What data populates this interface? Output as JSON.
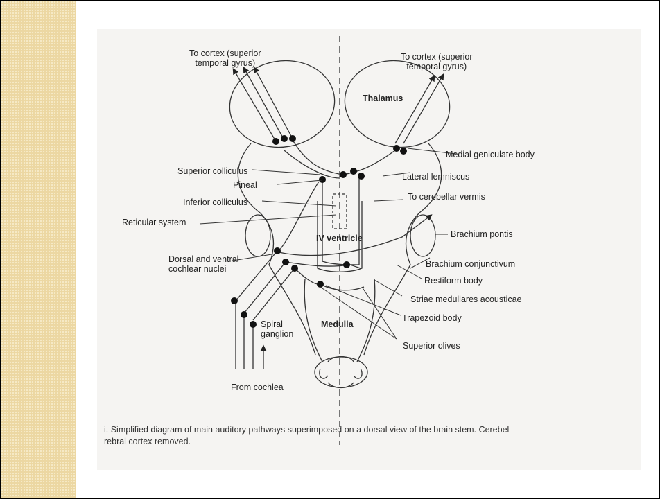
{
  "labels": {
    "cortex_left": "To cortex (superior\ntemporal gyrus)",
    "cortex_right": "To cortex (superior\ntemporal gyrus)",
    "thalamus": "Thalamus",
    "medial_geniculate": "Medial geniculate body",
    "superior_colliculus": "Superior colliculus",
    "pineal": "Pineal",
    "lateral_lemniscus": "Lateral lemniscus",
    "to_cerebellar_vermis": "To cerebellar vermis",
    "inferior_colliculus": "Inferior colliculus",
    "reticular_system": "Reticular system",
    "iv_ventricle": "IV ventricle",
    "brachium_pontis": "Brachium pontis",
    "cochlear_nuclei": "Dorsal and ventral\ncochlear nuclei",
    "brachium_conjunctivum": "Brachium conjunctivum",
    "restiform_body": "Restiform body",
    "striae_medullares": "Striae medullares acousticae",
    "spiral_ganglion": "Spiral\nganglion",
    "medulla": "Medulla",
    "trapezoid_body": "Trapezoid body",
    "superior_olives": "Superior olives",
    "from_cochlea": "From cochlea"
  },
  "caption": "i. Simplified diagram of main auditory pathways superimposed on a dorsal view of the brain stem. Cerebel-\nrebral cortex removed."
}
